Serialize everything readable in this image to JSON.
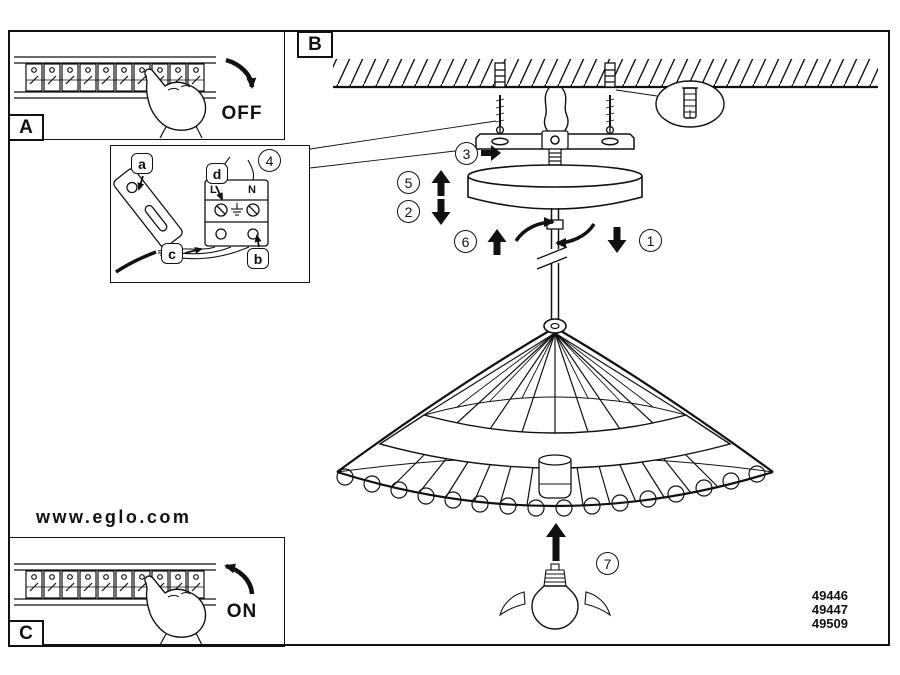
{
  "sheet": {
    "website": "www.eglo.com",
    "models": [
      "49446",
      "49447",
      "49509"
    ]
  },
  "sections": {
    "a": "A",
    "b": "B",
    "c": "C"
  },
  "switch": {
    "off": "OFF",
    "on": "ON"
  },
  "steps": {
    "s1": "1",
    "s2": "2",
    "s3": "3",
    "s4": "4",
    "s5": "5",
    "s6": "6",
    "s7": "7"
  },
  "wiring": {
    "keys": {
      "a": "a",
      "b": "b",
      "c": "c",
      "d": "d"
    },
    "terminal_l": "L",
    "terminal_n": "N"
  },
  "colors": {
    "ink": "#111111",
    "paper": "#ffffff"
  }
}
